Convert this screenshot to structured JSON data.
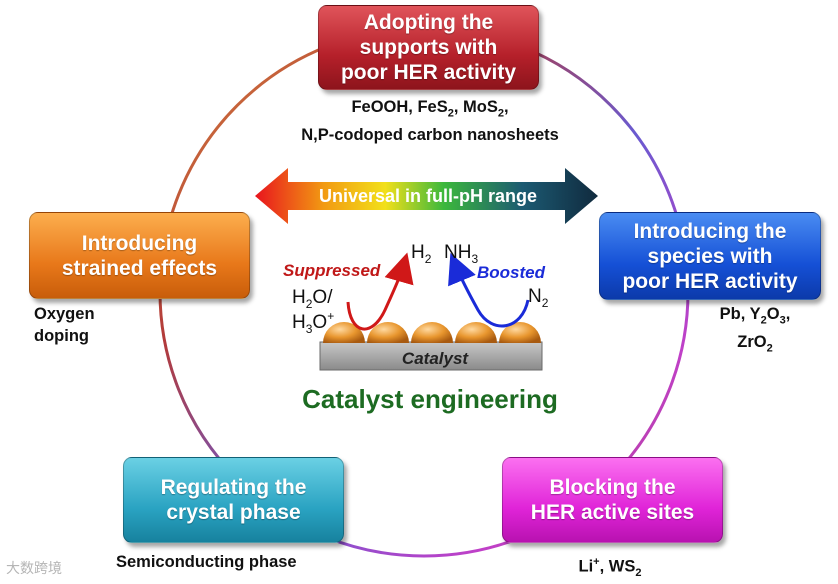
{
  "center": {
    "arrow_label": "Universal in full-pH range",
    "title": "Catalyst engineering",
    "surface_label": "Catalyst",
    "suppressed": "Suppressed",
    "boosted": "Boosted",
    "h2": "H",
    "h2_sub": "2",
    "nh3": "NH",
    "nh3_sub": "3",
    "n2": "N",
    "n2_sub": "2",
    "h2o": "H",
    "h2o_sub": "2",
    "h2o_tail": "O/",
    "h3o": "H",
    "h3o_sub": "3",
    "h3o_o": "O",
    "h3o_sup": "+"
  },
  "strategies": {
    "top": {
      "label": "Adopting the\nsupports with\npoor HER activity",
      "ex1": "FeOOH, FeS",
      "ex1_sub1": "2",
      "ex1_b": ", MoS",
      "ex1_sub2": "2",
      "ex1_c": ",",
      "ex2": "N,P-codoped carbon nanosheets"
    },
    "right": {
      "label": "Introducing the\nspecies with\npoor HER activity",
      "ex1": "Pb, Y",
      "ex1_sub1": "2",
      "ex1_b": "O",
      "ex1_sub2": "3",
      "ex1_c": ",",
      "ex2": "ZrO",
      "ex2_sub": "2"
    },
    "left": {
      "label": "Introducing\nstrained effects",
      "ex1": "Oxygen",
      "ex2": "doping"
    },
    "bottom_left": {
      "label": "Regulating the\ncrystal phase",
      "ex1": "Semiconducting phase"
    },
    "bottom_right": {
      "label": "Blocking the\nHER active sites",
      "ex1": "Li",
      "ex1_sup": "+",
      "ex1_b": ", WS",
      "ex1_sub": "2"
    }
  },
  "watermark": "大数跨境",
  "colors": {
    "red": "#b5202a",
    "orange": "#e8781a",
    "blue": "#1550d6",
    "cyan": "#2aa3c2",
    "magenta": "#e024d8",
    "title_green": "#1d6b22",
    "suppressed_red": "#c01818",
    "boosted_blue": "#1a2bd8"
  }
}
